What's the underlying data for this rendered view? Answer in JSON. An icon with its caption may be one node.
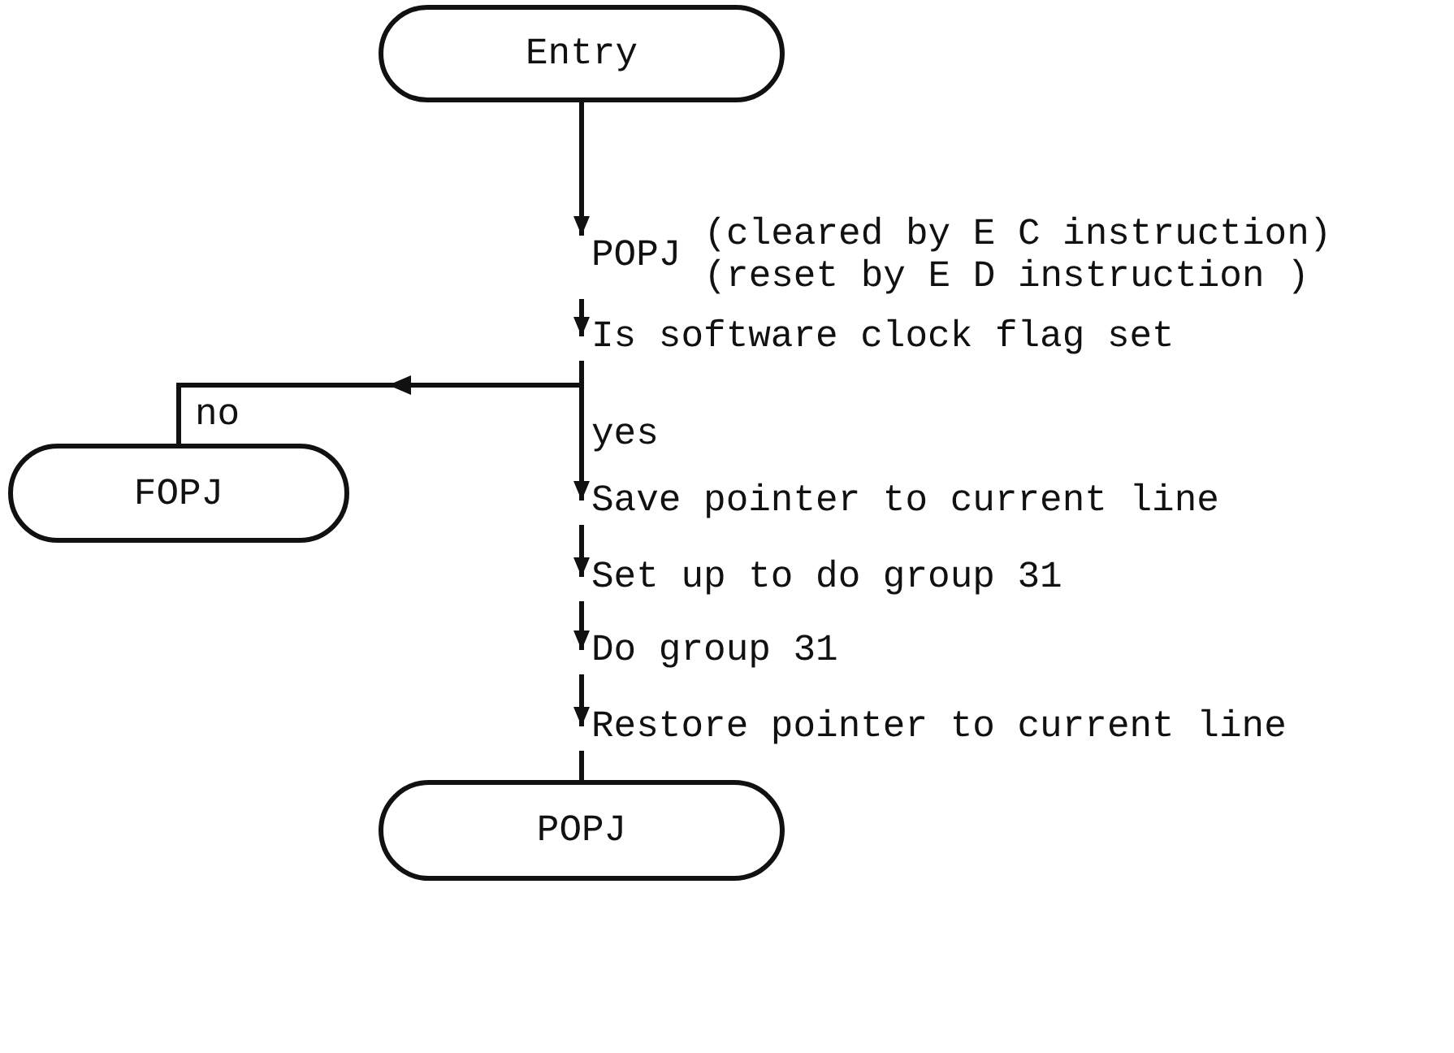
{
  "diagram": {
    "nodes": [
      {
        "text": [
          "Entry"
        ]
      },
      {
        "text": [
          "POPJ",
          "(cleared by E C instruction)",
          "(reset by E D instruction )"
        ]
      },
      {
        "text": [
          "Is software clock flag set"
        ]
      },
      {
        "text": [
          "FOPJ"
        ]
      },
      {
        "text": [
          "Save pointer to current line"
        ]
      },
      {
        "text": [
          "Set up to do group 31"
        ]
      },
      {
        "text": [
          "Do group 31"
        ]
      },
      {
        "text": [
          "Restore pointer to current line"
        ]
      },
      {
        "text": [
          "POPJ"
        ]
      }
    ],
    "edges": [
      {
        "from": 0,
        "to": 1,
        "arrow": "to"
      },
      {
        "from": 1,
        "to": 2,
        "arrow": "to"
      },
      {
        "from": 2,
        "to": 3,
        "label": "no",
        "arrow": "to"
      },
      {
        "from": 2,
        "to": 4,
        "label": "yes",
        "arrow": "to"
      },
      {
        "from": 4,
        "to": 5,
        "arrow": "to"
      },
      {
        "from": 5,
        "to": 6,
        "arrow": "to"
      },
      {
        "from": 6,
        "to": 7,
        "arrow": "to"
      },
      {
        "from": 7,
        "to": 8,
        "arrow": "none"
      }
    ]
  }
}
